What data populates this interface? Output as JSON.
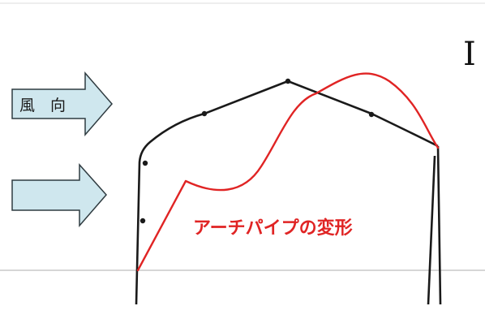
{
  "wind_direction_label": "風　向",
  "deformation_label": "アーチパイプの変形",
  "corner_mark": "I",
  "colors": {
    "structure": "#1a1a1a",
    "deformation": "#e02424",
    "arrow_fill": "#cfe7ee",
    "arrow_stroke": "#2f3b40",
    "ground": "#c8c8c8",
    "top_border": "#dddddd"
  }
}
